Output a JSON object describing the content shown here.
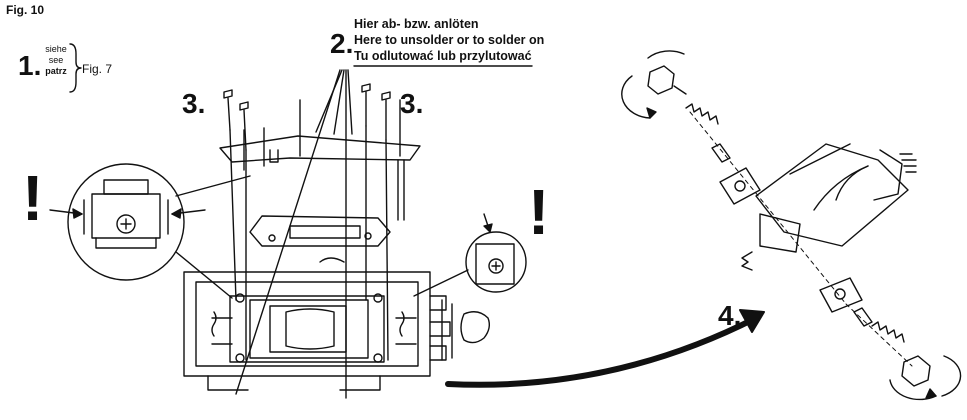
{
  "figure": {
    "label": "Fig. 10"
  },
  "step1": {
    "number": "1.",
    "words": [
      "siehe",
      "see",
      "patrz"
    ],
    "ref": "Fig. 7"
  },
  "step2": {
    "number": "2.",
    "lines": [
      "Hier ab- bzw. anlöten",
      "Here to unsolder or to solder on",
      "Tu odlutować lub przylutować"
    ]
  },
  "step3": {
    "number": "3."
  },
  "step4": {
    "number": "4."
  },
  "warning": {
    "symbol": "!"
  },
  "colors": {
    "ink": "#111111",
    "background": "#ffffff"
  }
}
